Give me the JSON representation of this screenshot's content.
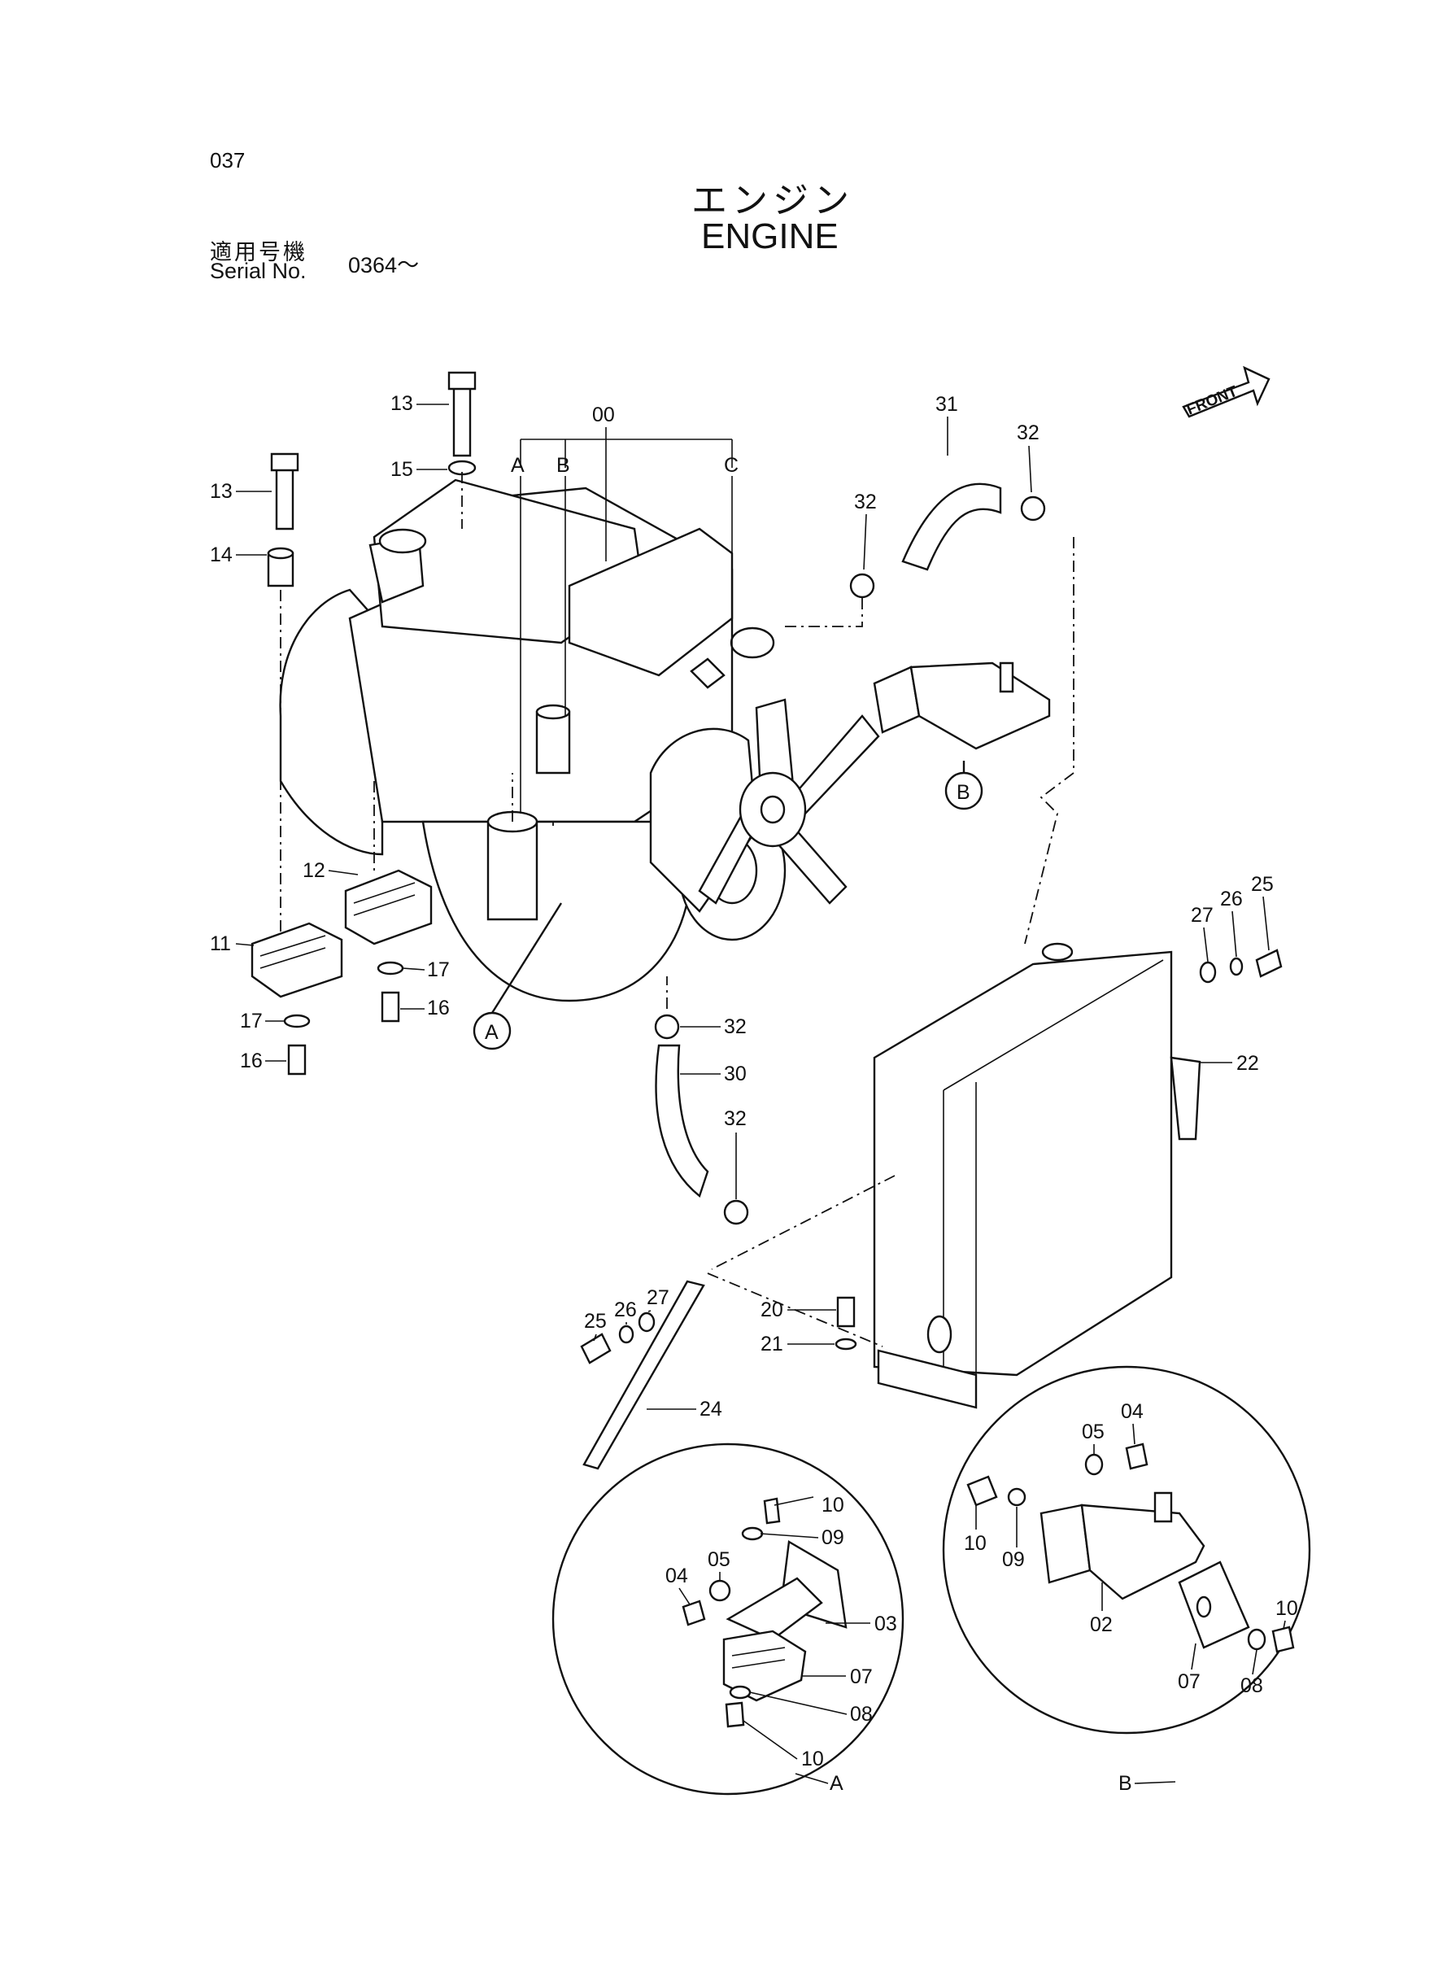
{
  "page_number": "037",
  "title_jp": "エンジン",
  "title_en": "ENGINE",
  "serial_label_jp": "適用号機",
  "serial_label_en": "Serial No.",
  "serial_value": "0364～",
  "front_label": "FRONT",
  "view_labels": {
    "a": "A",
    "b": "B",
    "c": "C"
  },
  "callouts": {
    "c00": "00",
    "c02": "02",
    "c03": "03",
    "c04": "04",
    "c05": "05",
    "c07": "07",
    "c08": "08",
    "c09": "09",
    "c10": "10",
    "c11": "11",
    "c12": "12",
    "c13": "13",
    "c14": "14",
    "c15": "15",
    "c16": "16",
    "c17": "17",
    "c20": "20",
    "c21": "21",
    "c22": "22",
    "c24": "24",
    "c25": "25",
    "c26": "26",
    "c27": "27",
    "c30": "30",
    "c31": "31",
    "c32": "32"
  }
}
